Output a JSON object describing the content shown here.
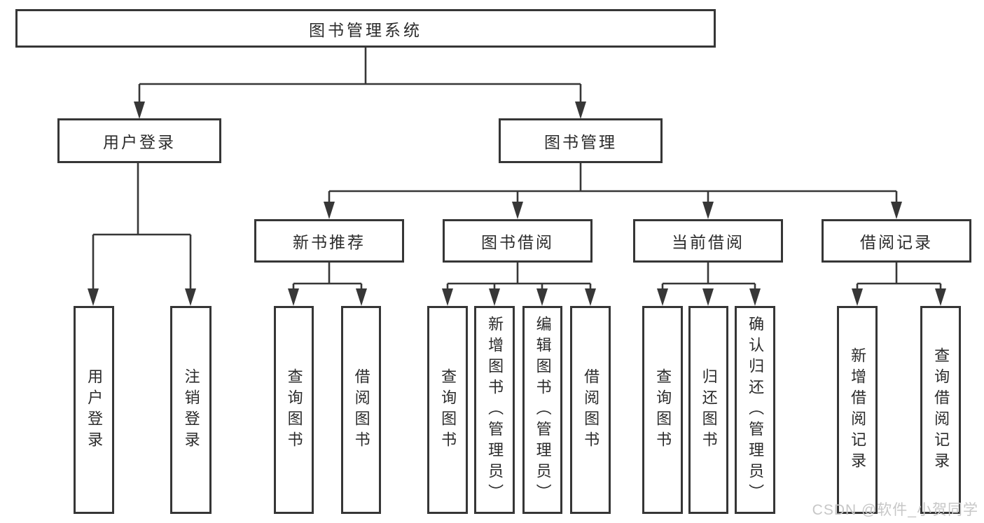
{
  "diagram_title": "图书管理系统",
  "colors": {
    "line": "#373737",
    "box_border": "#363636",
    "text": "#2b2b2b",
    "background": "#ffffff",
    "watermark": "#c7c7c7"
  },
  "watermark": "CSDN @软件_小贺同学",
  "tree": {
    "root": {
      "label": "图书管理系统",
      "children": [
        {
          "label": "用户登录",
          "children": [
            {
              "label": "用户登录"
            },
            {
              "label": "注销登录"
            }
          ]
        },
        {
          "label": "图书管理",
          "children": [
            {
              "label": "新书推荐",
              "children": [
                {
                  "label": "查询图书"
                },
                {
                  "label": "借阅图书"
                }
              ]
            },
            {
              "label": "图书借阅",
              "children": [
                {
                  "label": "查询图书"
                },
                {
                  "label": "新增图书（管理员）"
                },
                {
                  "label": "编辑图书（管理员）"
                },
                {
                  "label": "借阅图书"
                }
              ]
            },
            {
              "label": "当前借阅",
              "children": [
                {
                  "label": "查询图书"
                },
                {
                  "label": "归还图书"
                },
                {
                  "label": "确认归还（管理员）"
                }
              ]
            },
            {
              "label": "借阅记录",
              "children": [
                {
                  "label": "新增借阅记录"
                },
                {
                  "label": "查询借阅记录"
                }
              ]
            }
          ]
        }
      ]
    }
  }
}
